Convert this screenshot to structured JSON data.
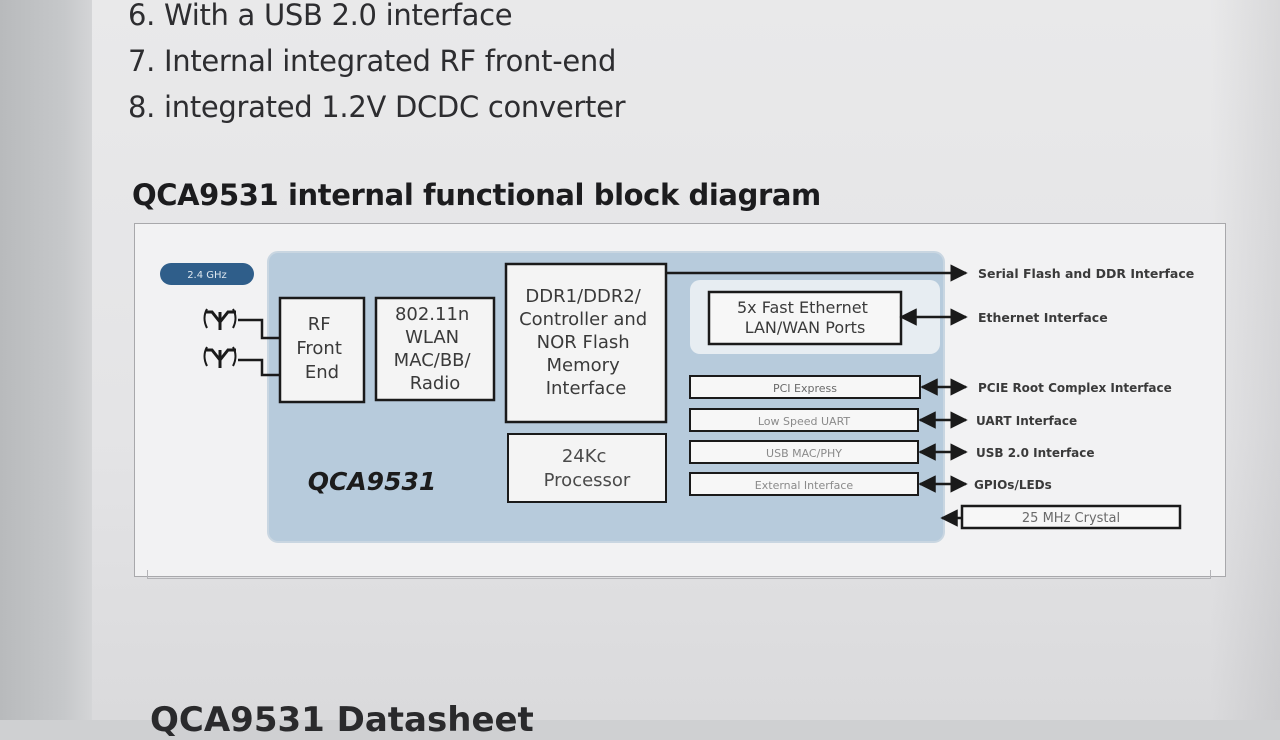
{
  "list_items": [
    "6. With a USB 2.0 interface",
    "7. Internal integrated RF front-end",
    "8. integrated 1.2V DCDC converter"
  ],
  "section_title": "QCA9531 internal functional block diagram",
  "diagram": {
    "band_badge": "2.4 GHz",
    "chip_label": "QCA9531",
    "rf_block": [
      "RF",
      "Front",
      "End"
    ],
    "wlan_block": [
      "802.11n",
      "WLAN",
      "MAC/BB/",
      "Radio"
    ],
    "ddr_block": [
      "DDR1/DDR2/",
      "Controller and",
      "NOR Flash",
      "Memory",
      "Interface"
    ],
    "cpu_block": [
      "24Kc",
      "Processor"
    ],
    "eth_block": [
      "5x Fast Ethernet",
      "LAN/WAN Ports"
    ],
    "pcie_block": "PCI Express",
    "uart_block": "Low Speed UART",
    "usb_block": "USB MAC/PHY",
    "ext_block": "External Interface",
    "crystal_block": "25 MHz Crystal",
    "ext_labels": {
      "serial_flash": "Serial Flash and DDR Interface",
      "ethernet": "Ethernet Interface",
      "pcie": "PCIE Root Complex Interface",
      "uart": "UART Interface",
      "usb": "USB 2.0 Interface",
      "gpio": "GPIOs/LEDs"
    },
    "colors": {
      "chip_fill": "#b7cbdc",
      "inner_fill": "#f4f4f4",
      "badge_fill": "#2f5e8a",
      "stroke": "#1a1a1a"
    }
  },
  "bottom_title": "QCA9531 Datasheet"
}
